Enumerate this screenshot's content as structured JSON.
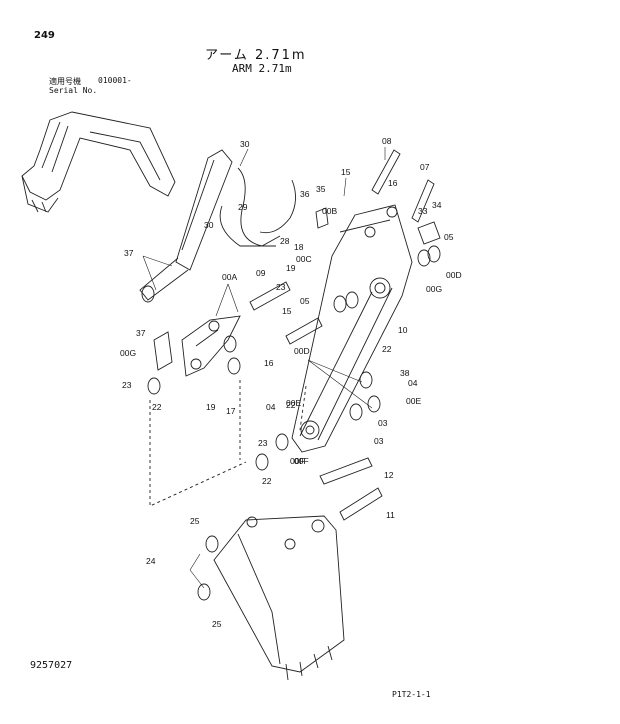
{
  "page_number": "249",
  "title_jp": "アーム 2.71m",
  "title_en": "ARM 2.71m",
  "serial_label_jp": "適用号機",
  "serial_value": "010001-",
  "serial_label_en": "Serial No.",
  "drawing_number": "9257027",
  "sheet_ref": "P1T2-1-1",
  "callouts": [
    "249",
    "08",
    "07",
    "16",
    "15",
    "35",
    "36",
    "30",
    "29",
    "30",
    "28",
    "33",
    "34",
    "00B",
    "05",
    "18",
    "00C",
    "19",
    "00D",
    "37",
    "09",
    "23",
    "05",
    "00G",
    "00A",
    "37",
    "15",
    "10",
    "00G",
    "16",
    "22",
    "00D",
    "23",
    "22",
    "19",
    "17",
    "38",
    "04",
    "00E",
    "22",
    "03",
    "00F",
    "04",
    "00E",
    "23",
    "22",
    "03",
    "00F",
    "12",
    "11",
    "25",
    "24",
    "25"
  ]
}
